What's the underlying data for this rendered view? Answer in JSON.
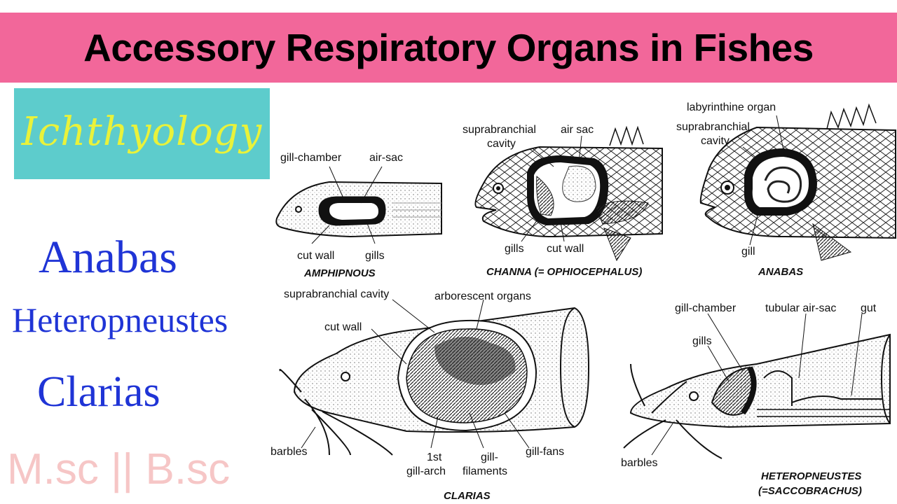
{
  "title": "Accessory Respiratory Organs in Fishes",
  "subject": "Ichthyology",
  "genera": [
    "Anabas",
    "Heteropneustes",
    "Clarias"
  ],
  "level": "M.sc || B.sc",
  "colors": {
    "banner": "#f2679a",
    "subject_box": "#5dcccc",
    "subject_text": "#e9f23a",
    "genus_text": "#1f34d6",
    "level_text": "#f6c6c6"
  },
  "figures": {
    "amphipnous": {
      "caption": "AMPHIPNOUS",
      "labels": {
        "gill_chamber": "gill-chamber",
        "air_sac": "air-sac",
        "cut_wall": "cut wall",
        "gills": "gills"
      }
    },
    "channa": {
      "caption": "CHANNA (= OPHIOCEPHALUS)",
      "labels": {
        "suprabranchial_1": "suprabranchial",
        "suprabranchial_2": "cavity",
        "air_sac": "air sac",
        "gills": "gills",
        "cut_wall": "cut wall"
      }
    },
    "anabas": {
      "caption": "ANABAS",
      "labels": {
        "labyrinthine": "labyrinthine organ",
        "suprabranchial_1": "suprabranchial",
        "suprabranchial_2": "cavity",
        "gill": "gill"
      }
    },
    "clarias": {
      "caption": "CLARIAS",
      "labels": {
        "suprabranchial_cavity": "suprabranchial cavity",
        "arborescent": "arborescent organs",
        "cut_wall": "cut wall",
        "barbles": "barbles",
        "first_1": "1st",
        "first_2": "gill-arch",
        "filaments_1": "gill-",
        "filaments_2": "filaments",
        "gill_fans": "gill-fans"
      }
    },
    "heteropneustes": {
      "caption_1": "HETEROPNEUSTES",
      "caption_2": "(=SACCOBRACHUS)",
      "labels": {
        "gill_chamber": "gill-chamber",
        "tubular_air_sac": "tubular air-sac",
        "gut": "gut",
        "gills": "gills",
        "barbles": "barbles"
      }
    }
  }
}
